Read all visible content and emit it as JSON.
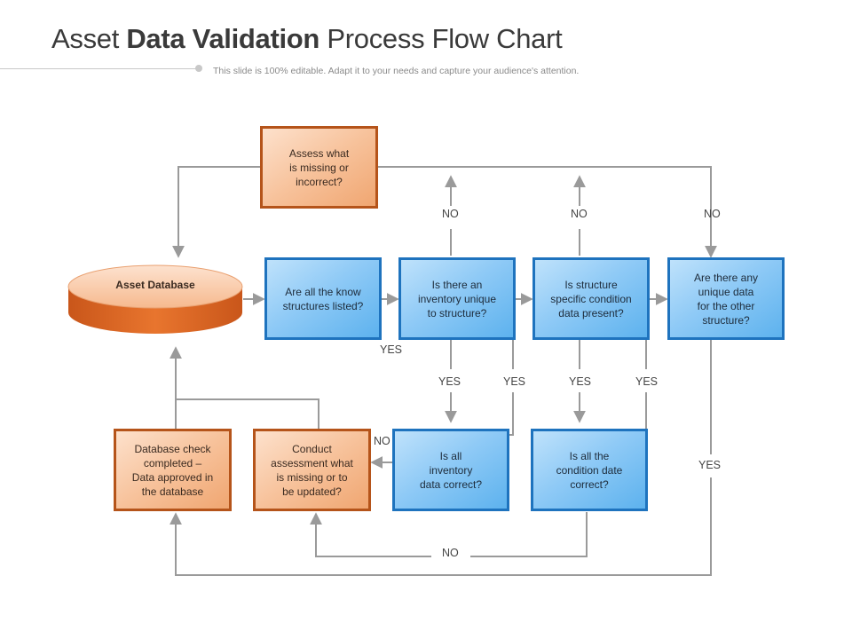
{
  "header": {
    "title_light": "Asset ",
    "title_bold": "Data Validation",
    "title_rest": " Process  Flow Chart",
    "subtitle": "This slide is 100% editable. Adapt it to your needs and capture your audience's attention."
  },
  "nodes": {
    "assess": "Assess what\nis missing or\nincorrect?",
    "database": "Asset Database",
    "q1": "Are all the know\nstructures listed?",
    "q2": "Is there an\ninventory unique\nto structure?",
    "q3": "Is structure\nspecific condition\ndata present?",
    "q4": "Are there any\nunique data\nfor the other\nstructure?",
    "check": "Database check\ncompleted –\nData approved in\nthe database",
    "conduct": "Conduct\nassessment what\nis missing or to\nbe updated?",
    "inv_correct": "Is all\ninventory\ndata correct?",
    "cond_correct": "Is all the\ncondition date\ncorrect?"
  },
  "labels": {
    "no": "NO",
    "yes": "YES"
  },
  "colors": {
    "blue_border": "#1e73be",
    "orange_border": "#b5541a",
    "connector": "#9a9a9a"
  }
}
